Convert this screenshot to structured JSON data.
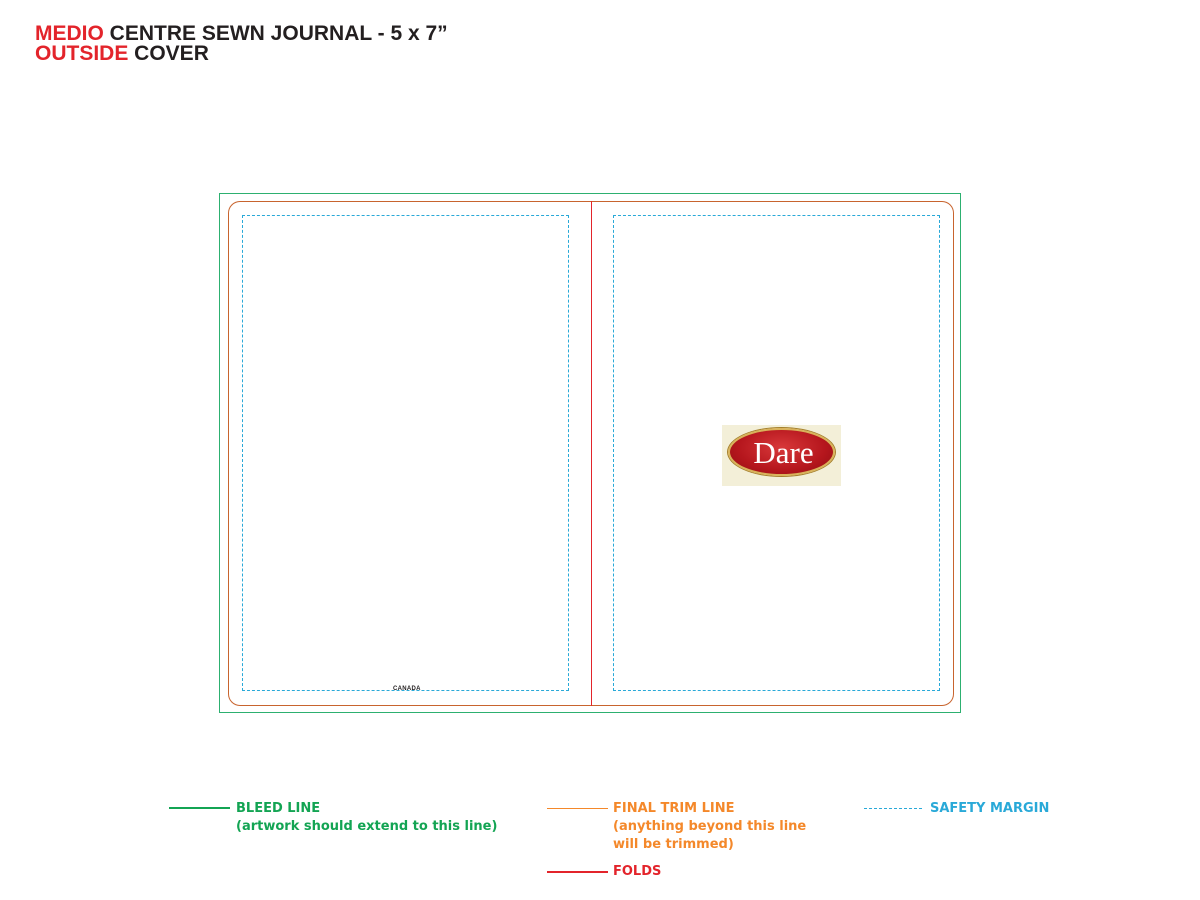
{
  "title": {
    "line1_accent": "MEDIO",
    "line1_rest": " CENTRE SEWN JOURNAL - 5 x 7”",
    "line2_accent": "OUTSIDE",
    "line2_rest": " COVER"
  },
  "back_cover": {
    "imprint_text": "CANADA"
  },
  "front_cover": {
    "logo_text": "Dare"
  },
  "legend": {
    "bleed": {
      "label": "BLEED LINE",
      "note": "(artwork should extend to this line)"
    },
    "trim": {
      "label": "FINAL TRIM LINE",
      "note_line1": "(anything beyond this line",
      "note_line2": "will be trimmed)"
    },
    "folds": {
      "label": "FOLDS"
    },
    "safety": {
      "label": "SAFETY MARGIN"
    }
  },
  "colors": {
    "accent_red": "#e3242b",
    "bleed_green": "#13a453",
    "trim_orange": "#f4882a",
    "fold_red": "#e3242b",
    "safety_blue": "#29a9d8"
  }
}
